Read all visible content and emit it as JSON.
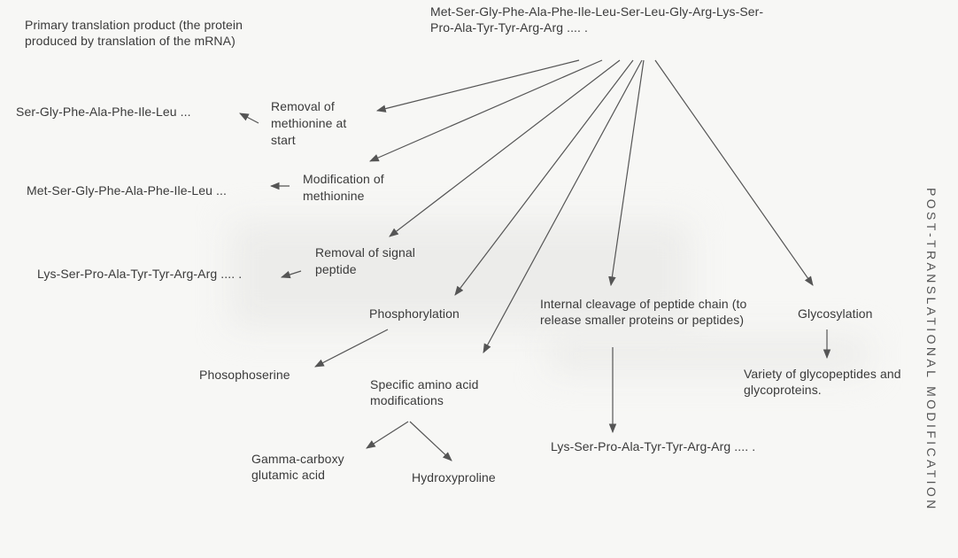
{
  "side_title": "POST-TRANSLATIONAL MODIFICATION",
  "primary": {
    "description_line1": "Primary translation product (the protein",
    "description_line2": "produced by translation of the mRNA)",
    "sequence_line1": "Met-Ser-Gly-Phe-Ala-Phe-Ile-Leu-Ser-Leu-Gly-Arg-Lys-Ser-",
    "sequence_line2": "Pro-Ala-Tyr-Tyr-Arg-Arg .... ."
  },
  "branches": {
    "removal_methionine": {
      "label_line1": "Removal of",
      "label_line2": "methionine at",
      "label_line3": "start",
      "result": "Ser-Gly-Phe-Ala-Phe-Ile-Leu ..."
    },
    "modification_methionine": {
      "label_line1": "Modification of",
      "label_line2": "methionine",
      "result": "Met-Ser-Gly-Phe-Ala-Phe-Ile-Leu ..."
    },
    "signal_peptide": {
      "label_line1": "Removal of signal",
      "label_line2": "peptide",
      "result": "Lys-Ser-Pro-Ala-Tyr-Tyr-Arg-Arg .... ."
    },
    "phosphorylation": {
      "label": "Phosphorylation",
      "result": "Phosophoserine"
    },
    "specific_modifications": {
      "label_line1": "Specific amino acid",
      "label_line2": "modifications",
      "result1_line1": "Gamma-carboxy",
      "result1_line2": "glutamic acid",
      "result2": "Hydroxyproline"
    },
    "internal_cleavage": {
      "label_line1": "Internal cleavage of peptide chain (to",
      "label_line2": "release smaller proteins or peptides)",
      "result": "Lys-Ser-Pro-Ala-Tyr-Tyr-Arg-Arg .... ."
    },
    "glycosylation": {
      "label": "Glycosylation",
      "result_line1": "Variety of glycopeptides and",
      "result_line2": "glycoproteins."
    }
  }
}
